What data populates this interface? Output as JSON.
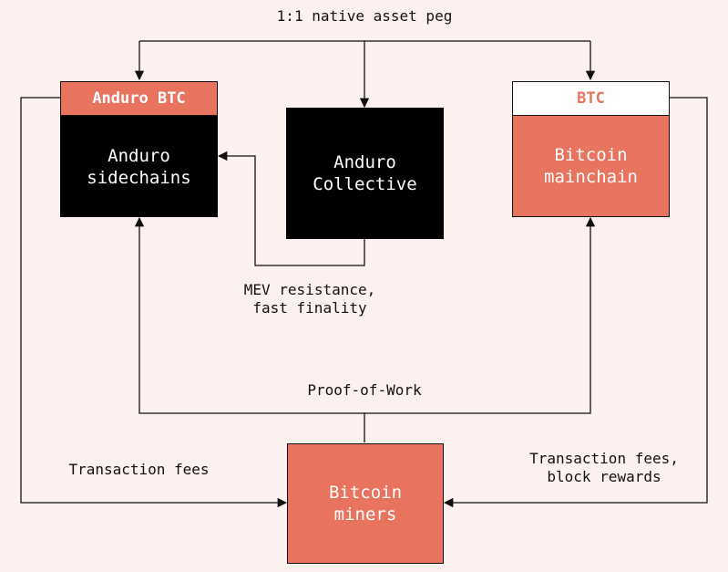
{
  "labels": {
    "peg": "1:1 native asset peg",
    "mev": "MEV resistance,\nfast finality",
    "pow": "Proof-of-Work",
    "fees_left": "Transaction fees",
    "fees_right": "Transaction fees,\nblock rewards"
  },
  "nodes": {
    "anduro_sidechains": {
      "header": "Anduro BTC",
      "body": "Anduro\nsidechains"
    },
    "anduro_collective": {
      "body": "Anduro\nCollective"
    },
    "bitcoin_mainchain": {
      "header": "BTC",
      "body": "Bitcoin\nmainchain"
    },
    "bitcoin_miners": {
      "body": "Bitcoin\nminers"
    }
  },
  "colors": {
    "salmon": "#e8735f",
    "black": "#000000",
    "background": "#fdf1ef",
    "white": "#ffffff",
    "line": "#111111"
  }
}
